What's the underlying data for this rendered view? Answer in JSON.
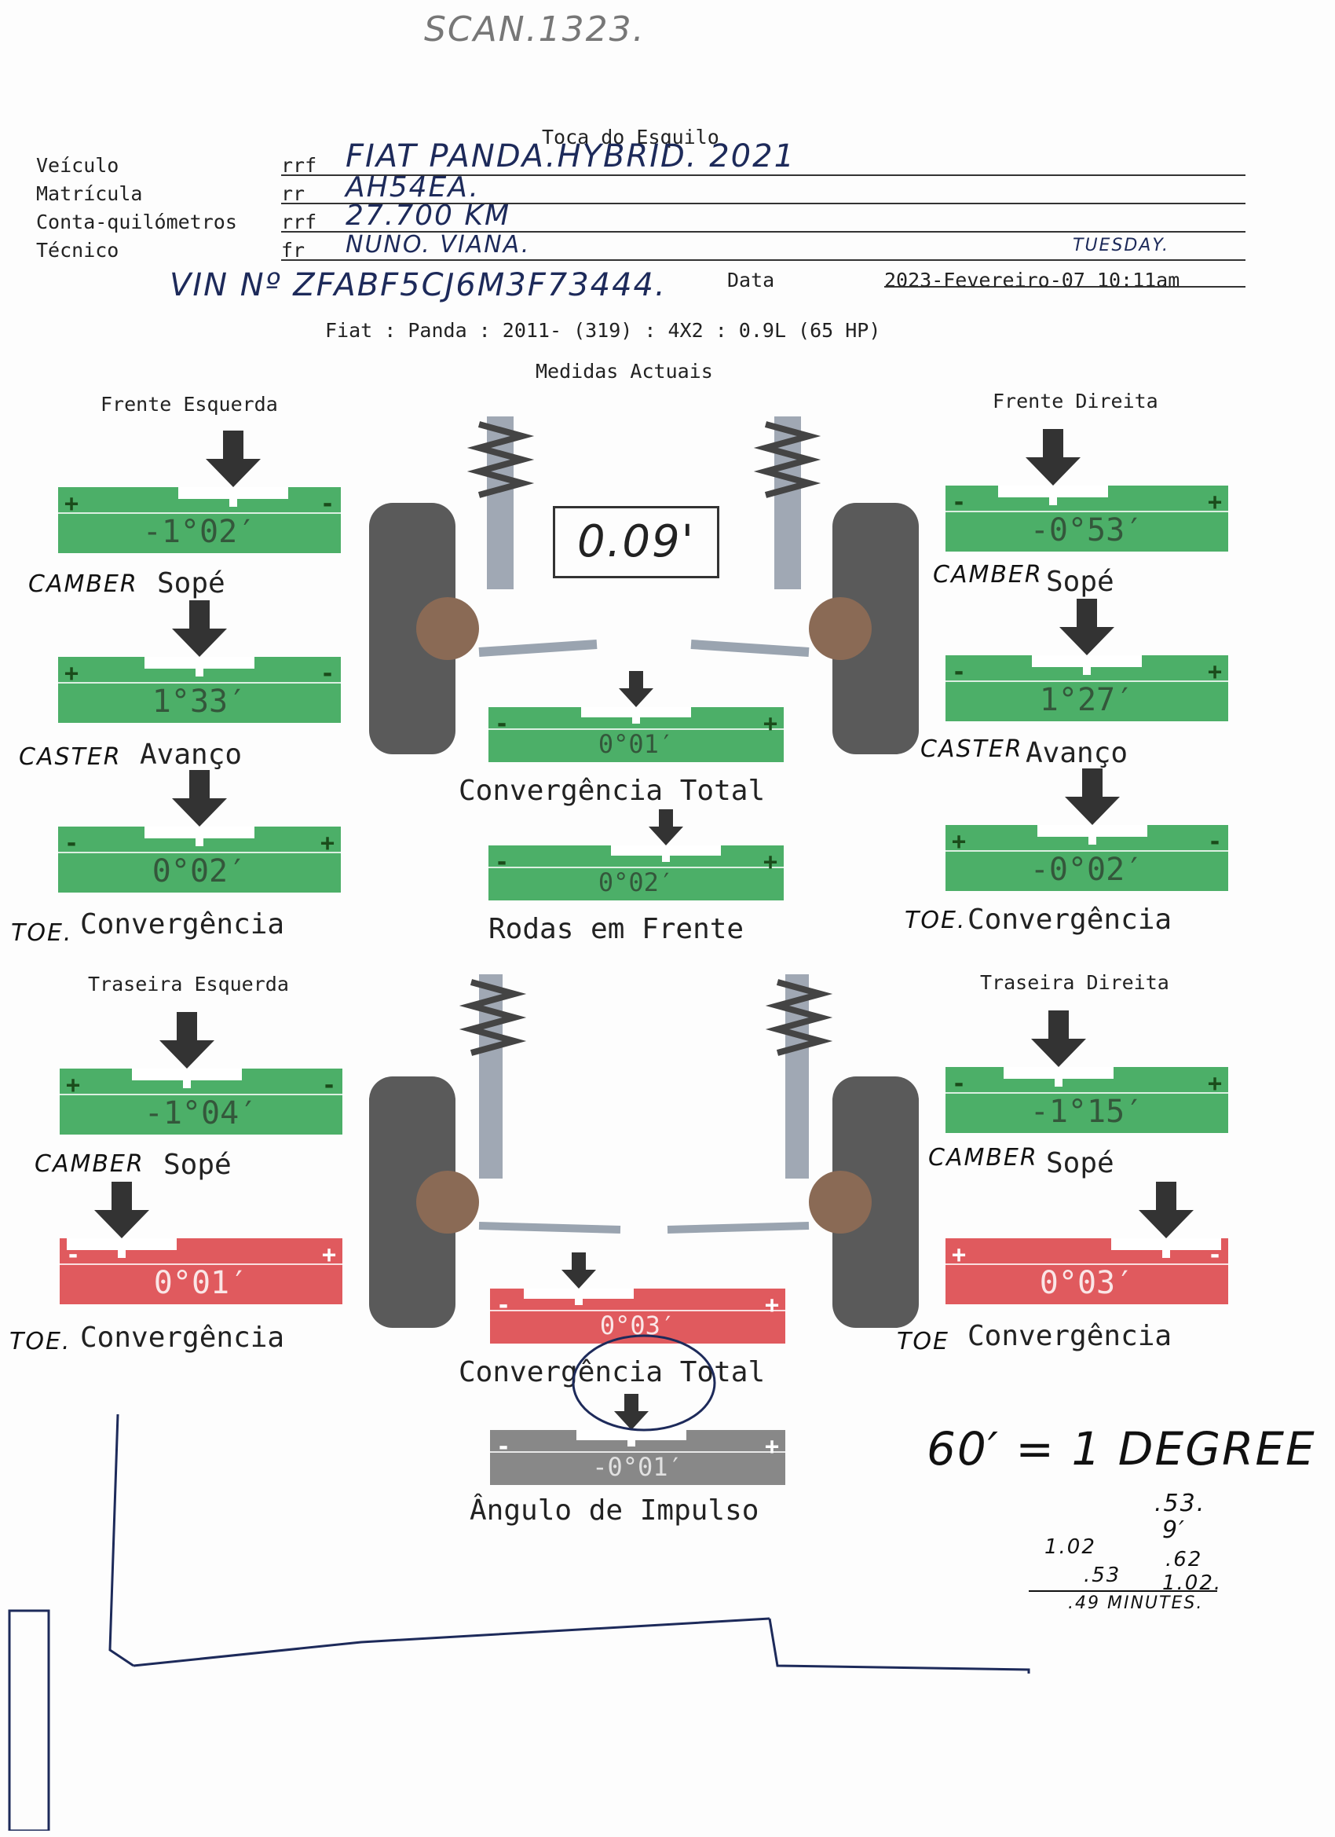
{
  "scan_note": "SCAN.1323.",
  "header": {
    "shop_name": "Toca do Esquilo",
    "rows": [
      {
        "label": "Veículo",
        "code": "rrf",
        "handwritten": "FIAT PANDA.HYBRID.  2021"
      },
      {
        "label": "Matrícula",
        "code": "rr",
        "handwritten": "AH54EA."
      },
      {
        "label": "Conta-quilómetros",
        "code": "rrf",
        "handwritten": "27.700 KM"
      },
      {
        "label": "Técnico",
        "code": "fr",
        "handwritten": "NUNO. VIANA."
      }
    ],
    "vin_handwritten": "VIN Nº ZFABF5CJ6M3F73444.",
    "day_handwritten": "TUESDAY.",
    "date_label": "Data",
    "date_value": "2023-Fevereiro-07 10:11am",
    "vehicle_line": "Fiat : Panda : 2011-  (319) : 4X2 : 0.9L (65 HP)",
    "measures_title": "Medidas Actuais"
  },
  "front": {
    "left_title": "Frente Esquerda",
    "right_title": "Frente Direita",
    "handwritten_center": "0.09'",
    "left": [
      {
        "value": "-1°02′",
        "caption": "Sopé",
        "note": "CAMBER",
        "color": "green",
        "left_sign": "+",
        "right_sign": "-"
      },
      {
        "value": "1°33′",
        "caption": "Avanço",
        "note": "CASTER",
        "color": "green",
        "left_sign": "+",
        "right_sign": "-"
      },
      {
        "value": "0°02′",
        "caption": "Convergência",
        "note": "TOE.",
        "color": "green",
        "left_sign": "-",
        "right_sign": "+"
      }
    ],
    "right": [
      {
        "value": "-0°53′",
        "caption": "Sopé",
        "note": "CAMBER",
        "color": "green",
        "left_sign": "-",
        "right_sign": "+"
      },
      {
        "value": "1°27′",
        "caption": "Avanço",
        "note": "CASTER",
        "color": "green",
        "left_sign": "-",
        "right_sign": "+"
      },
      {
        "value": "-0°02′",
        "caption": "Convergência",
        "note": "TOE.",
        "color": "green",
        "left_sign": "+",
        "right_sign": "-"
      }
    ],
    "center": [
      {
        "value": "0°01′",
        "caption": "Convergência Total",
        "color": "green",
        "left_sign": "-",
        "right_sign": "+"
      },
      {
        "value": "0°02′",
        "caption": "Rodas em Frente",
        "color": "green",
        "left_sign": "-",
        "right_sign": "+"
      }
    ]
  },
  "rear": {
    "left_title": "Traseira Esquerda",
    "right_title": "Traseira Direita",
    "left": [
      {
        "value": "-1°04′",
        "caption": "Sopé",
        "note": "CAMBER",
        "color": "green",
        "left_sign": "+",
        "right_sign": "-"
      },
      {
        "value": "0°01′",
        "caption": "Convergência",
        "note": "TOE.",
        "color": "red",
        "left_sign": "-",
        "right_sign": "+"
      }
    ],
    "right": [
      {
        "value": "-1°15′",
        "caption": "Sopé",
        "note": "CAMBER",
        "color": "green",
        "left_sign": "-",
        "right_sign": "+"
      },
      {
        "value": "0°03′",
        "caption": "Convergência",
        "note": "TOE",
        "color": "red",
        "left_sign": "+",
        "right_sign": "-"
      }
    ],
    "center": [
      {
        "value": "0°03′",
        "caption": "Convergência Total",
        "color": "red",
        "left_sign": "-",
        "right_sign": "+"
      },
      {
        "value": "-0°01′",
        "caption": "Ângulo de Impulso",
        "color": "gray",
        "left_sign": "-",
        "right_sign": "+"
      }
    ]
  },
  "notes": {
    "degree_rule": "60′ = 1 DEGREE",
    "calc_lines": [
      ".53.",
      "9′",
      "1.02",
      ".62",
      ".53",
      "1.02.",
      ".49 MINUTES."
    ]
  },
  "colors": {
    "green": "#4caf68",
    "red": "#e05a5e",
    "gray": "#888888"
  }
}
